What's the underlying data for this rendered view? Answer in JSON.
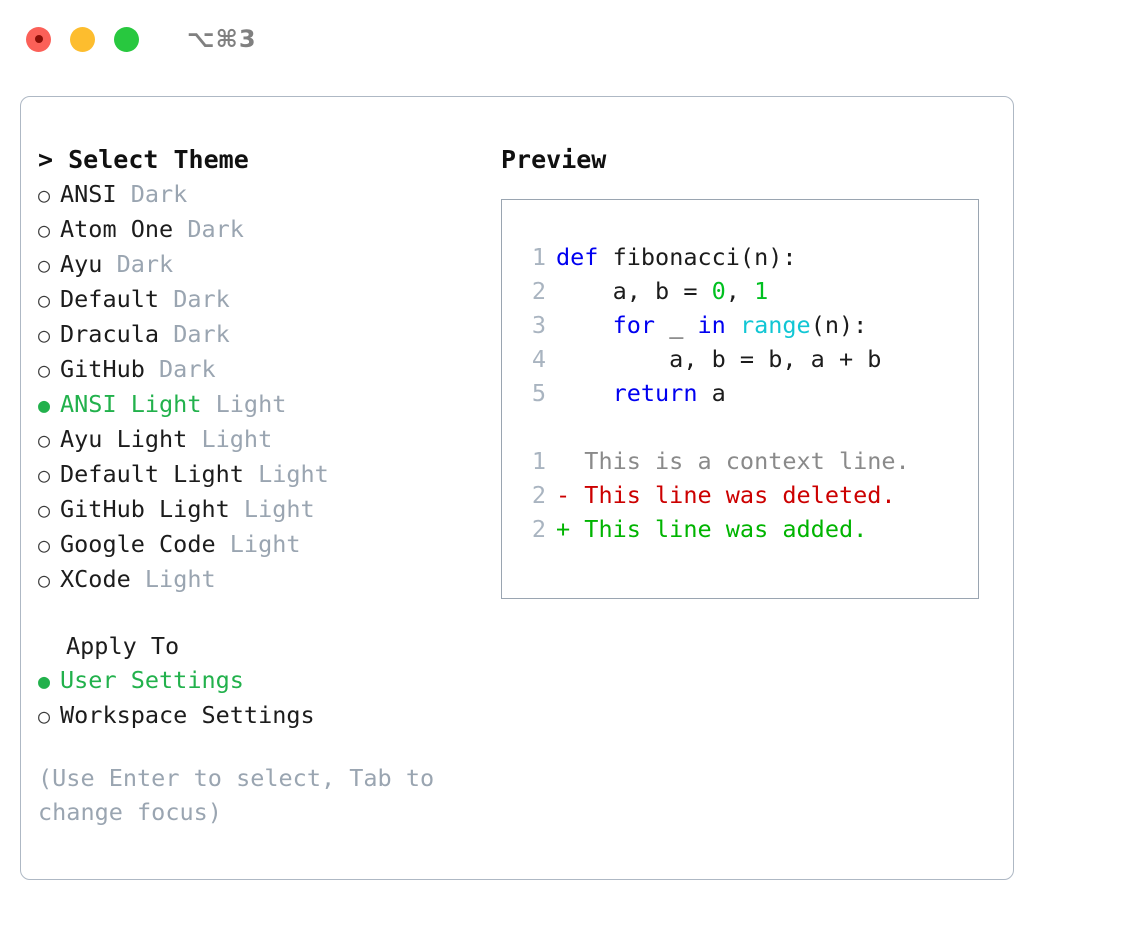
{
  "titlebar": {
    "buttons": [
      {
        "name": "close",
        "color": "#fb6058"
      },
      {
        "name": "minimize",
        "color": "#fdbd2e"
      },
      {
        "name": "maximize",
        "color": "#28c83f"
      }
    ],
    "shortcut": "⌥⌘3"
  },
  "colors": {
    "accent_green": "#22b14c",
    "muted": "#9aa5b1",
    "keyword_blue": "#0000f0",
    "function_cyan": "#11c6d4",
    "number_green": "#00c020",
    "diff_deleted": "#cc0000",
    "diff_added": "#00b400",
    "diff_context": "#8a8a8a",
    "border": "#aeb8c4",
    "text": "#1c1c1c"
  },
  "theme_panel": {
    "caret": ">",
    "title": "Select Theme",
    "bullet_selected": "●",
    "bullet_unselected": "○",
    "items": [
      {
        "label": "ANSI",
        "suffix": "Dark",
        "selected": false
      },
      {
        "label": "Atom One",
        "suffix": "Dark",
        "selected": false
      },
      {
        "label": "Ayu",
        "suffix": "Dark",
        "selected": false
      },
      {
        "label": "Default",
        "suffix": "Dark",
        "selected": false
      },
      {
        "label": "Dracula",
        "suffix": "Dark",
        "selected": false
      },
      {
        "label": "GitHub",
        "suffix": "Dark",
        "selected": false
      },
      {
        "label": "ANSI Light",
        "suffix": "Light",
        "selected": true
      },
      {
        "label": "Ayu Light",
        "suffix": "Light",
        "selected": false
      },
      {
        "label": "Default Light",
        "suffix": "Light",
        "selected": false
      },
      {
        "label": "GitHub Light",
        "suffix": "Light",
        "selected": false
      },
      {
        "label": "Google Code",
        "suffix": "Light",
        "selected": false
      },
      {
        "label": "XCode",
        "suffix": "Light",
        "selected": false
      }
    ]
  },
  "apply_to": {
    "title": "Apply To",
    "items": [
      {
        "label": "User Settings",
        "selected": true
      },
      {
        "label": "Workspace Settings",
        "selected": false
      }
    ]
  },
  "hint": "(Use Enter to select, Tab to change focus)",
  "preview": {
    "title": "Preview",
    "code_lines": [
      {
        "num": "1",
        "tokens": [
          {
            "t": "def",
            "c": "kw"
          },
          {
            "t": " fibonacci(n):",
            "c": "plain"
          }
        ]
      },
      {
        "num": "2",
        "tokens": [
          {
            "t": "    a, b = ",
            "c": "plain"
          },
          {
            "t": "0",
            "c": "num"
          },
          {
            "t": ", ",
            "c": "plain"
          },
          {
            "t": "1",
            "c": "num"
          }
        ]
      },
      {
        "num": "3",
        "tokens": [
          {
            "t": "    ",
            "c": "plain"
          },
          {
            "t": "for",
            "c": "kw"
          },
          {
            "t": " _ ",
            "c": "plain"
          },
          {
            "t": "in",
            "c": "kw"
          },
          {
            "t": " ",
            "c": "plain"
          },
          {
            "t": "range",
            "c": "fn"
          },
          {
            "t": "(n):",
            "c": "plain"
          }
        ]
      },
      {
        "num": "4",
        "tokens": [
          {
            "t": "        a, b = b, a + b",
            "c": "plain"
          }
        ]
      },
      {
        "num": "5",
        "tokens": [
          {
            "t": "    ",
            "c": "plain"
          },
          {
            "t": "return",
            "c": "kw"
          },
          {
            "t": " a",
            "c": "plain"
          }
        ]
      }
    ],
    "diff_lines": [
      {
        "num": "1",
        "marker": "  ",
        "text": "This is a context line.",
        "kind": "ctx"
      },
      {
        "num": "2",
        "marker": "- ",
        "text": "This line was deleted.",
        "kind": "del"
      },
      {
        "num": "2",
        "marker": "+ ",
        "text": "This line was added.",
        "kind": "add"
      }
    ]
  }
}
